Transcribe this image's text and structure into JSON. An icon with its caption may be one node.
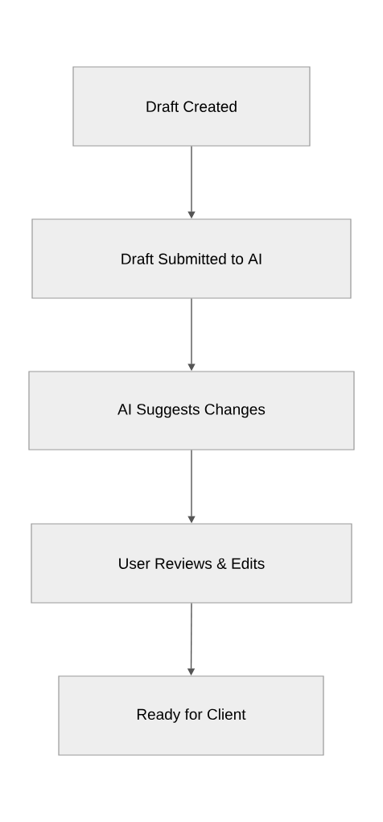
{
  "diagram": {
    "nodes": [
      {
        "text": [
          "Draft Created"
        ]
      },
      {
        "text": [
          "Draft Submitted to AI"
        ]
      },
      {
        "text": [
          "AI Suggests Changes"
        ]
      },
      {
        "text": [
          "User Reviews & Edits"
        ]
      },
      {
        "text": [
          "Ready for Client"
        ]
      }
    ],
    "edges": [
      {
        "from": 0,
        "to": 1,
        "arrow": "to"
      },
      {
        "from": 1,
        "to": 2,
        "arrow": "to"
      },
      {
        "from": 2,
        "to": 3,
        "arrow": "to"
      },
      {
        "from": 3,
        "to": 4,
        "arrow": "to"
      }
    ]
  }
}
